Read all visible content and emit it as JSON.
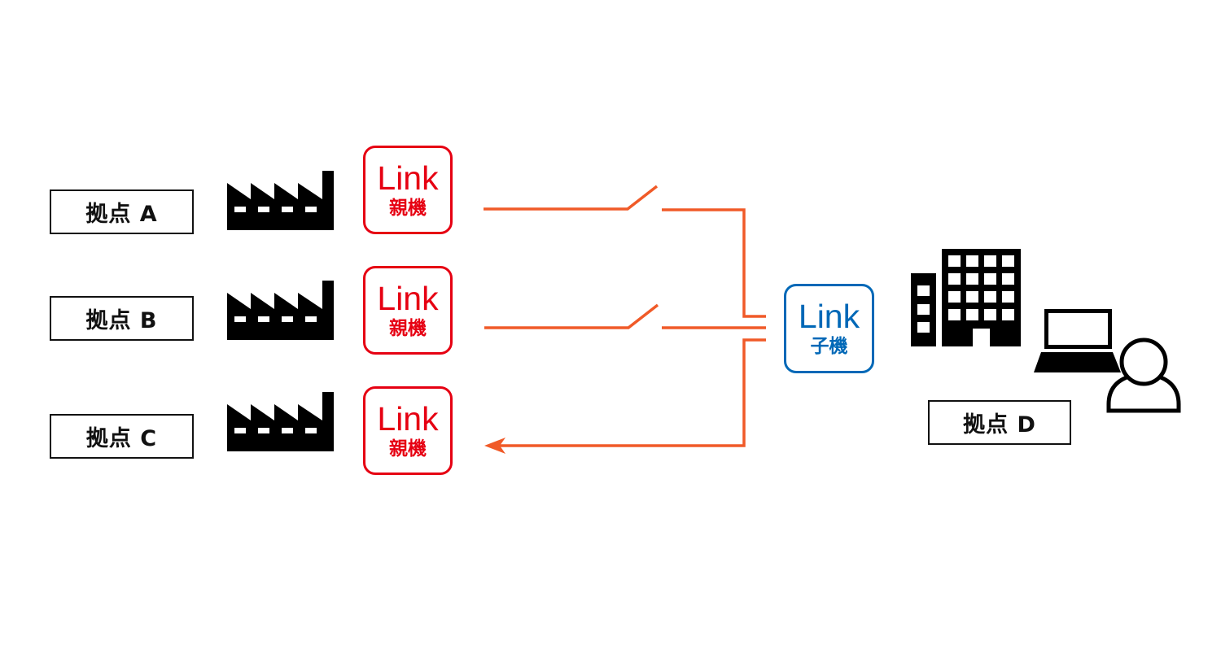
{
  "colors": {
    "parent": "#e60012",
    "child": "#0068b7",
    "connection": "#f05a28",
    "icon": "#000000"
  },
  "sites": [
    {
      "id": "A",
      "label": "拠点 A",
      "icon": "factory-icon",
      "device": {
        "brand": "Link",
        "role": "親機"
      },
      "connection": "switch-open"
    },
    {
      "id": "B",
      "label": "拠点 B",
      "icon": "factory-icon",
      "device": {
        "brand": "Link",
        "role": "親機"
      },
      "connection": "switch-open"
    },
    {
      "id": "C",
      "label": "拠点 C",
      "icon": "factory-icon",
      "device": {
        "brand": "Link",
        "role": "親機"
      },
      "connection": "arrow-to-site"
    }
  ],
  "hub": {
    "brand": "Link",
    "role": "子機"
  },
  "destination": {
    "label": "拠点 D",
    "icons": [
      "office-building-icon",
      "laptop-icon",
      "user-icon"
    ]
  }
}
